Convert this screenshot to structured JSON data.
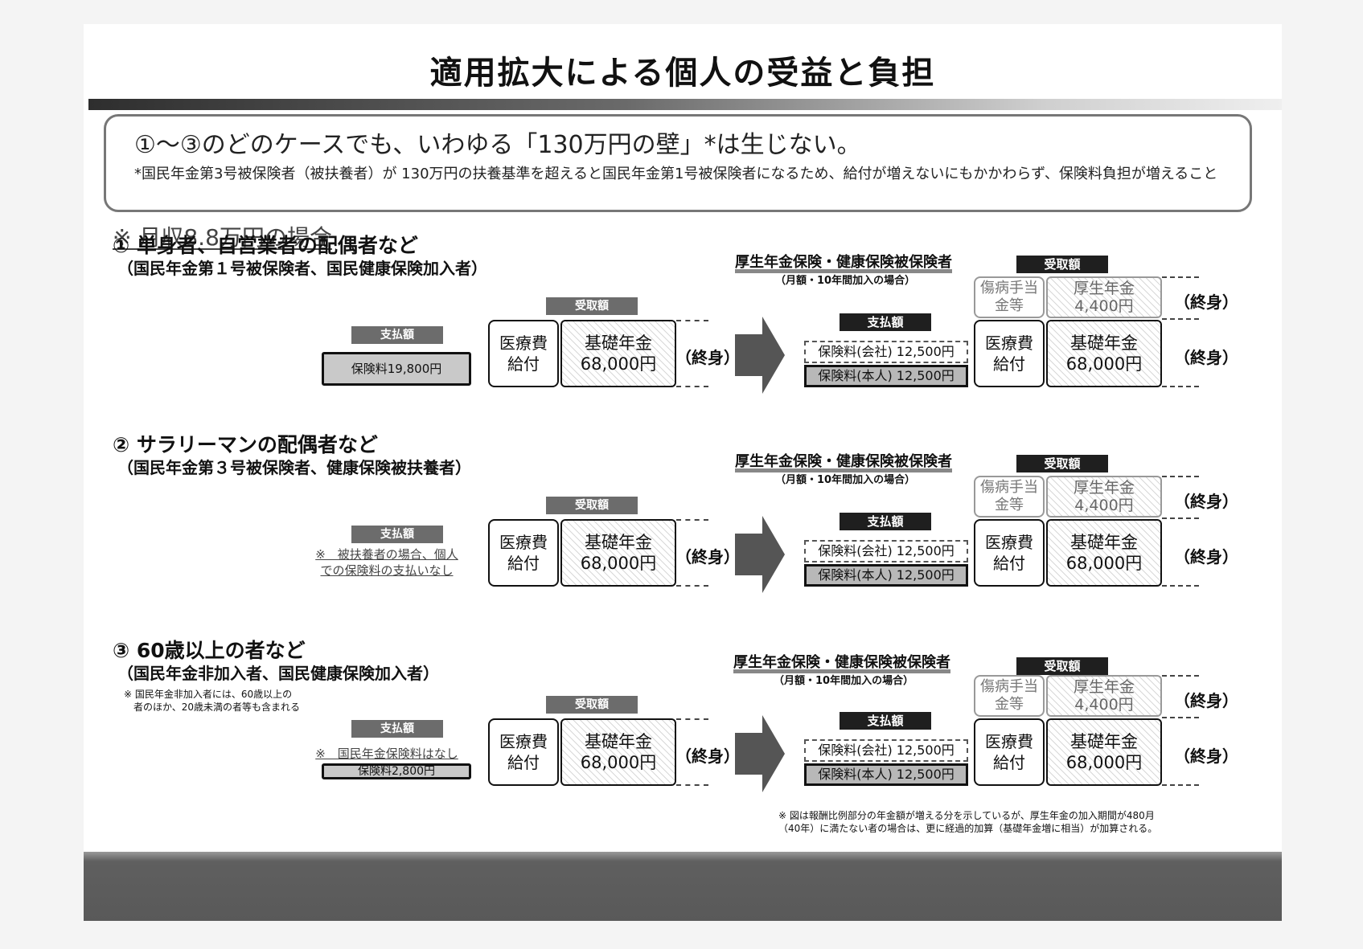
{
  "title": "適用拡大による個人の受益と負担",
  "notice": {
    "headline": "①～③のどのケースでも、いわゆる「130万円の壁」*は生じない。",
    "footnote": "*国民年金第3号被保険者（被扶養者）が 130万円の扶養基準を超えると国民年金第1号被保険者になるため、給付が増えないにもかかわらず、保険料負担が増えること"
  },
  "scenario_note": "※ 月収8.8万円の場合",
  "cases": [
    {
      "title": "① 単身者、自営業者の配偶者など",
      "subtitle": "（国民年金第１号被保険者、国民健康保険加入者）",
      "note": "",
      "payment_label": "支払額",
      "premium_text": "保険料19,800円",
      "no_premium_note": ""
    },
    {
      "title": "② サラリーマンの配偶者など",
      "subtitle": "（国民年金第３号被保険者、健康保険被扶養者）",
      "note": "",
      "payment_label": "支払額",
      "premium_text": "",
      "no_premium_note": "※　被扶養者の場合、個人\nでの保険料の支払いなし"
    },
    {
      "title": "③ 60歳以上の者など",
      "subtitle": "（国民年金非加入者、国民健康保険加入者）",
      "note": "※ 国民年金非加入者には、60歳以上の\n　者のほか、20歳未満の者等も含まれる",
      "payment_label": "支払額",
      "premium_text": "保険料2,800円",
      "no_premium_note": "※　国民年金保険料はなし"
    }
  ],
  "labels": {
    "receive": "受取額",
    "payment": "支払額",
    "medical": "医療費\n給付",
    "basic_pension": "基礎年金\n68,000円",
    "lifelong": "（終身）",
    "insured_title": "厚生年金保険・健康保険被保険者",
    "insured_sub": "（月額・10年間加入の場合）",
    "sickness": "傷病手当\n金等",
    "employee_pension": "厚生年金\n4,400円",
    "premium_company": "保険料(会社) 12,500円",
    "premium_self": "保険料(本人) 12,500円"
  },
  "footnote": "※ 図は報酬比例部分の年金額が増える分を示しているが、厚生年金の加入期間が480月\n（40年）に満たない者の場合は、更に経過的加算（基礎年金増に相当）が加算される。",
  "colors": {
    "label_gray": "#6c6c6c",
    "label_black": "#1f1f1f",
    "footer": "#595959"
  }
}
